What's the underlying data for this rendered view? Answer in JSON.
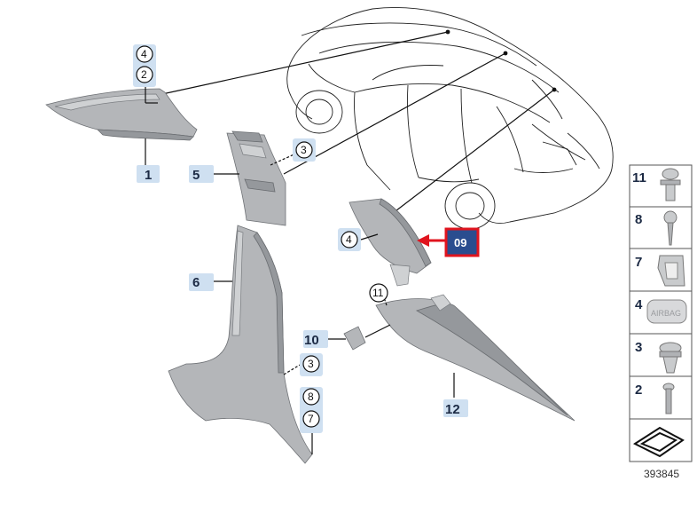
{
  "labels": {
    "p1": "1",
    "p5": "5",
    "p6": "6",
    "p10": "10",
    "p12": "12",
    "c4a": "4",
    "c2": "2",
    "c3a": "3",
    "c4b": "4",
    "c11": "11",
    "c3b": "3",
    "c8": "8",
    "c7": "7"
  },
  "callout": "09",
  "legend": [
    {
      "num": "11",
      "icon": "push-rivet-icon"
    },
    {
      "num": "8",
      "icon": "screw-icon"
    },
    {
      "num": "7",
      "icon": "spring-clip-icon"
    },
    {
      "num": "4",
      "icon": "airbag-badge-icon"
    },
    {
      "num": "3",
      "icon": "expanding-rivet-icon"
    },
    {
      "num": "2",
      "icon": "bolt-icon"
    }
  ],
  "legend_badge_text": "AIRBAG",
  "reference": "393845",
  "colors": {
    "callout_bg": "#2a4d8f",
    "callout_border": "#e0141e",
    "label_highlight": "#cfe0f1"
  }
}
